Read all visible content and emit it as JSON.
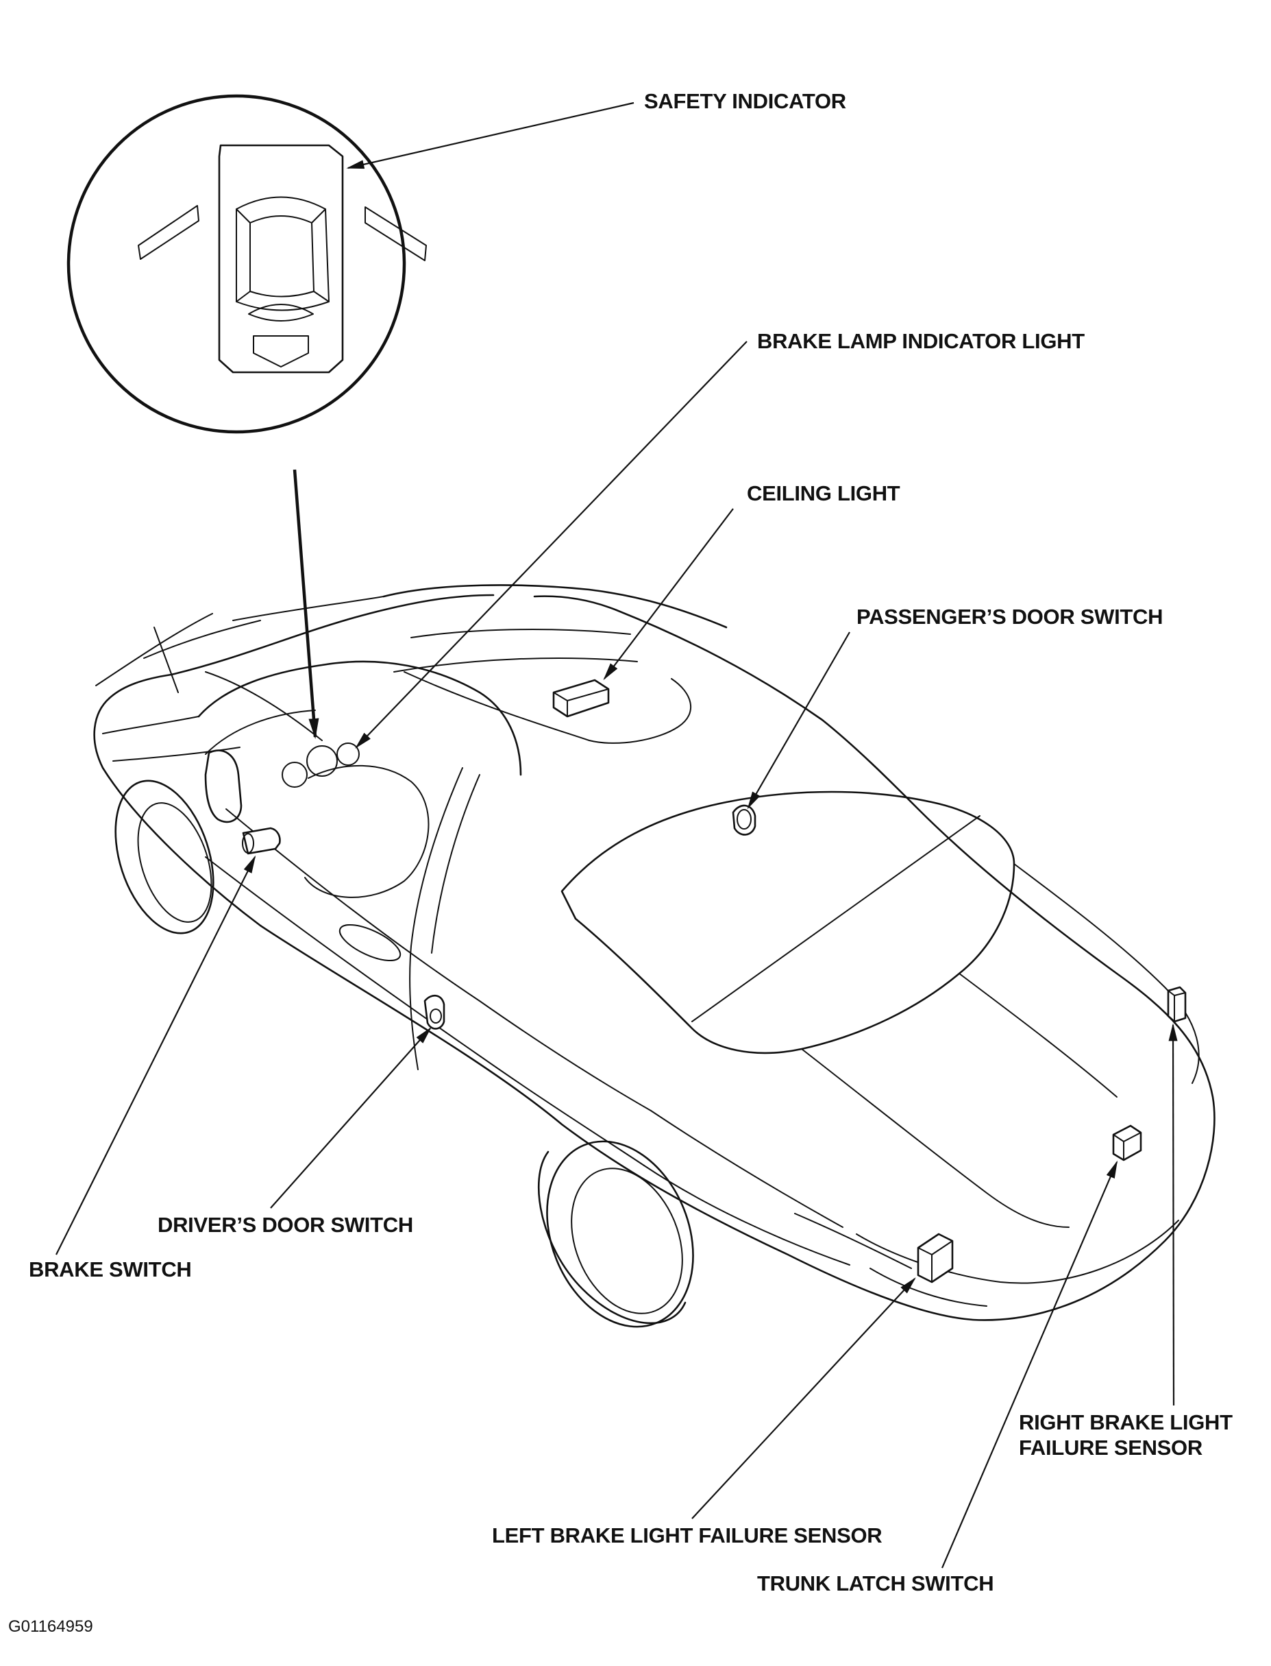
{
  "labels": {
    "safety_indicator": "SAFETY INDICATOR",
    "brake_lamp_indicator_light": "BRAKE LAMP INDICATOR LIGHT",
    "ceiling_light": "CEILING LIGHT",
    "passengers_door_switch": "PASSENGER’S DOOR SWITCH",
    "drivers_door_switch": "DRIVER’S DOOR SWITCH",
    "brake_switch": "BRAKE SWITCH",
    "right_brake_light_failure_sensor_line1": "RIGHT BRAKE LIGHT",
    "right_brake_light_failure_sensor_line2": "FAILURE SENSOR",
    "left_brake_light_failure_sensor": "LEFT BRAKE LIGHT FAILURE SENSOR",
    "trunk_latch_switch": "TRUNK LATCH SWITCH"
  },
  "figure_code": "G01164959",
  "colors": {
    "ink": "#111111",
    "background": "#ffffff"
  }
}
